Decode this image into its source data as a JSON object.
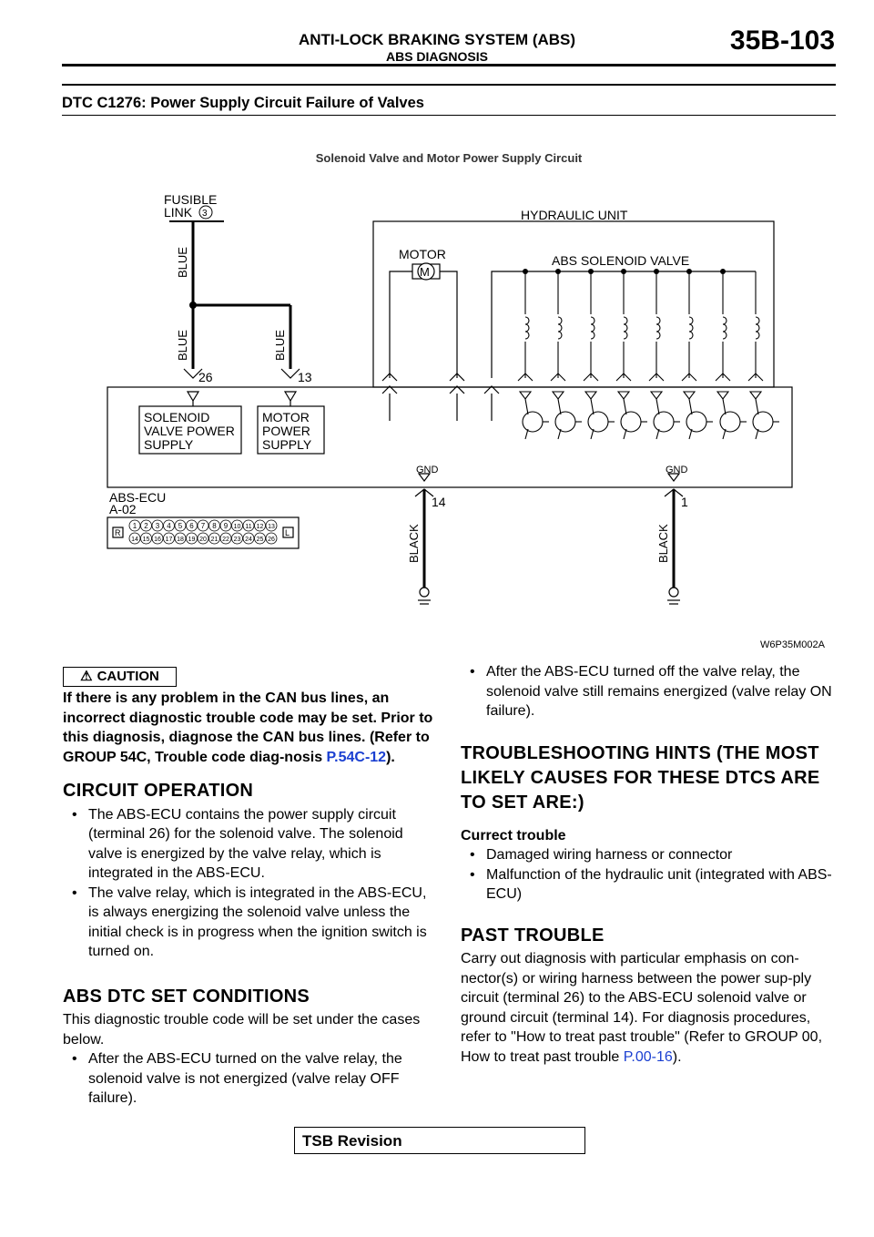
{
  "header": {
    "title": "ANTI-LOCK BRAKING SYSTEM (ABS)",
    "subtitle": "ABS DIAGNOSIS",
    "page": "35B-103"
  },
  "section_title": "DTC C1276: Power Supply Circuit Failure of Valves",
  "diagram": {
    "title": "Solenoid Valve and Motor Power Supply Circuit",
    "fusible_link": "FUSIBLE",
    "fusible_link2": "LINK",
    "fusible_num": "3",
    "hydraulic_unit": "HYDRAULIC UNIT",
    "motor": "MOTOR",
    "motor_symbol": "M",
    "solenoid_valve": "ABS SOLENOID VALVE",
    "wire_blue": "BLUE",
    "wire_black": "BLACK",
    "pin_26": "26",
    "pin_13": "13",
    "pin_14": "14",
    "pin_1": "1",
    "box1_l1": "SOLENOID",
    "box1_l2": "VALVE POWER",
    "box1_l3": "SUPPLY",
    "box2_l1": "MOTOR",
    "box2_l2": "POWER",
    "box2_l3": "SUPPLY",
    "gnd": "GND",
    "ecu": "ABS-ECU",
    "connector": "A-02",
    "conn_R": "R",
    "conn_L": "L",
    "conn_top": [
      "1",
      "2",
      "3",
      "4",
      "5",
      "6",
      "7",
      "8",
      "9",
      "10",
      "11",
      "12",
      "13"
    ],
    "conn_bottom": [
      "14",
      "15",
      "16",
      "17",
      "18",
      "19",
      "20",
      "21",
      "22",
      "23",
      "24",
      "25",
      "26"
    ],
    "code": "W6P35M002A"
  },
  "caution": {
    "label": "CAUTION",
    "text": "If there is any problem in the CAN bus lines, an incorrect diagnostic trouble code may be set. Prior to this diagnosis, diagnose the CAN bus lines. (Refer to GROUP 54C, Trouble code diag-nosis ",
    "link": "P.54C-12",
    "tail": ")."
  },
  "circuit_operation": {
    "heading": "CIRCUIT OPERATION",
    "items": [
      "The ABS-ECU contains the power supply circuit (terminal 26) for the solenoid valve. The solenoid valve is energized by the valve relay, which is integrated in the ABS-ECU.",
      "The valve relay, which is integrated in the ABS-ECU, is always energizing the solenoid valve unless the initial check is in progress when the ignition switch is turned on."
    ]
  },
  "set_conditions": {
    "heading": "ABS DTC SET CONDITIONS",
    "intro": "This diagnostic trouble code will be set under the cases below.",
    "items": [
      "After the ABS-ECU turned on the valve relay, the solenoid valve is not energized (valve relay OFF failure).",
      "After the ABS-ECU turned off the valve relay, the solenoid valve still remains energized (valve relay ON failure)."
    ]
  },
  "hints": {
    "heading": "TROUBLESHOOTING HINTS (THE MOST LIKELY CAUSES FOR THESE DTCS ARE TO SET ARE:)",
    "subheading": "Currect trouble",
    "items": [
      "Damaged wiring harness or connector",
      "Malfunction of the hydraulic unit (integrated with ABS-ECU)"
    ]
  },
  "past_trouble": {
    "heading": "PAST TROUBLE",
    "text": "Carry out diagnosis with particular emphasis on con-nector(s) or wiring harness between the power sup-ply circuit (terminal 26) to the ABS-ECU solenoid valve or ground circuit (terminal 14). For diagnosis procedures, refer to \"How to treat past trouble\" (Refer to GROUP 00, How to treat past trouble ",
    "link": "P.00-16",
    "tail": ")."
  },
  "footer": {
    "tsb": "TSB Revision"
  }
}
